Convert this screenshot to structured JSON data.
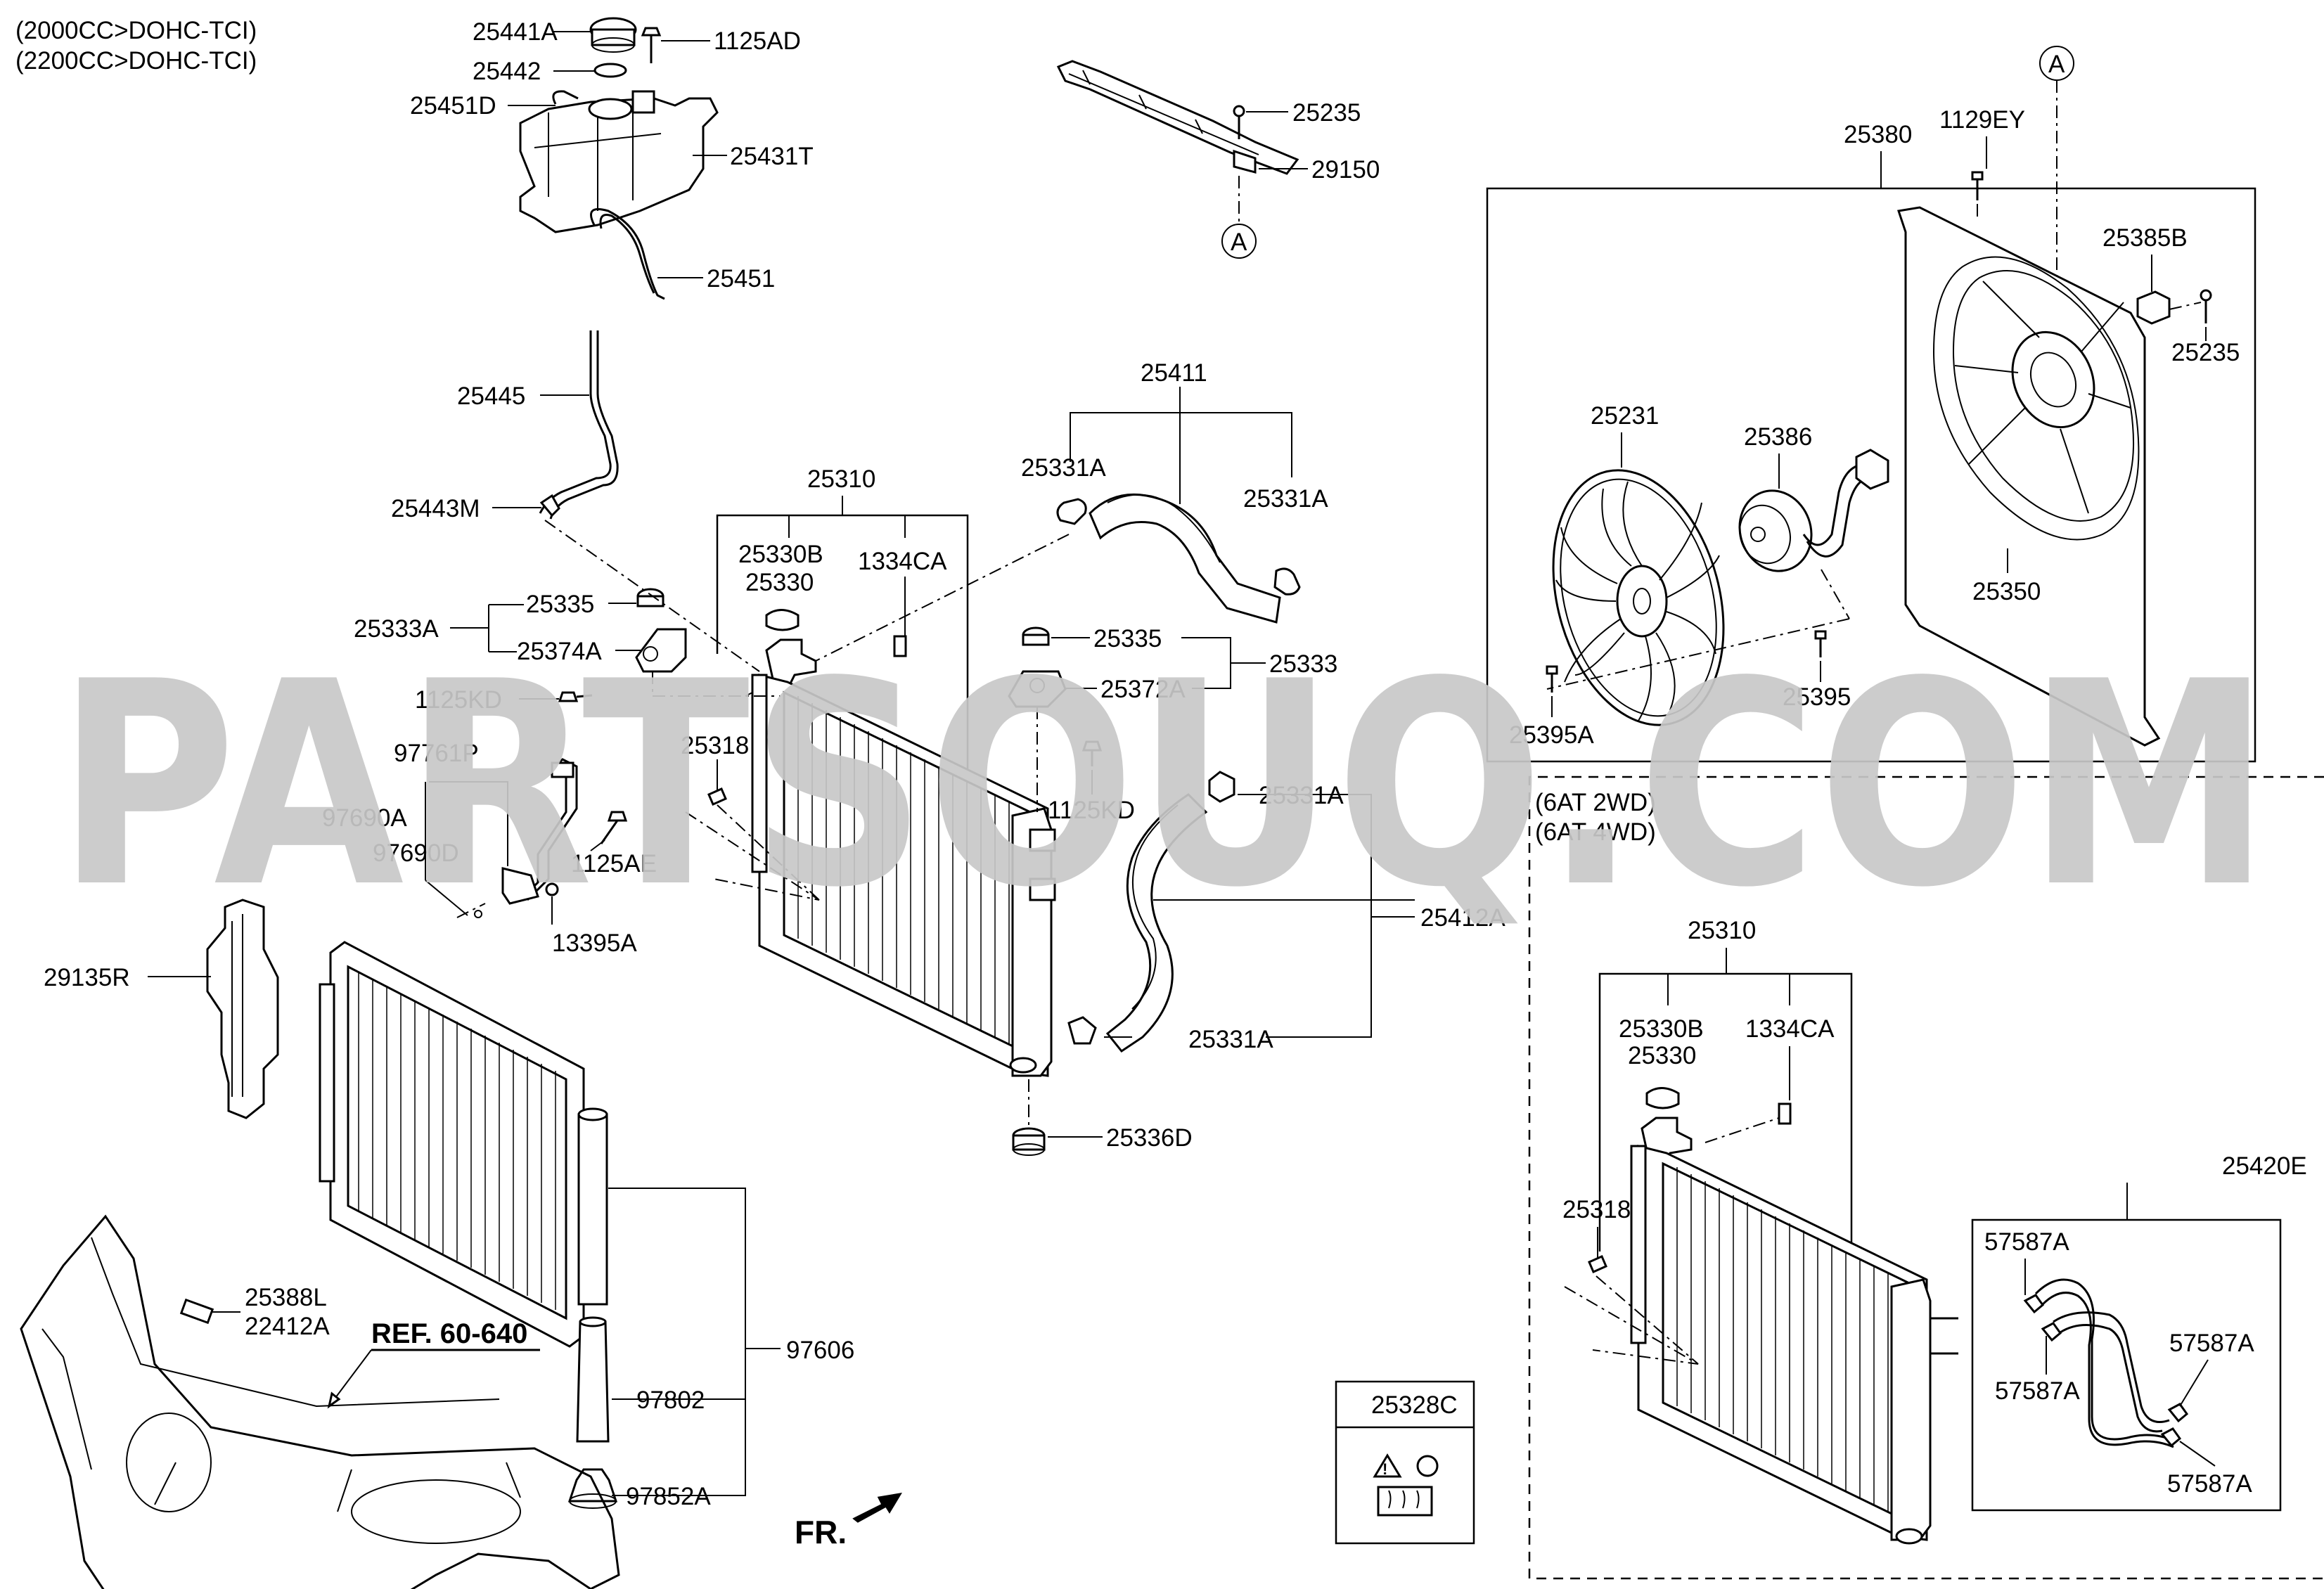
{
  "header": {
    "engine_line_1": "(2000CC>DOHC-TCI)",
    "engine_line_2": "(2200CC>DOHC-TCI)"
  },
  "watermark": "PARTSOUQ.COM",
  "labels": {
    "p25441A": "25441A",
    "p25442": "25442",
    "p25451D": "25451D",
    "p1125AD": "1125AD",
    "p25431T": "25431T",
    "p25451": "25451",
    "p25445": "25445",
    "p25443M": "25443M",
    "p25235_top": "25235",
    "p29150": "29150",
    "callout_a_top": "A",
    "p25411": "25411",
    "p25331A_1": "25331A",
    "p25331A_2": "25331A",
    "p25310": "25310",
    "p25330B": "25330B",
    "p25330": "25330",
    "p1334CA": "1334CA",
    "p25333A": "25333A",
    "p25335_left": "25335",
    "p25374A": "25374A",
    "p1125KD_left": "1125KD",
    "p25318": "25318",
    "p25335_mid": "25335",
    "p25333": "25333",
    "p25372A": "25372A",
    "p1125KD_mid": "1125KD",
    "p25331A_3": "25331A",
    "p25412A": "25412A",
    "p25331A_4": "25331A",
    "p25336D": "25336D",
    "p97761P": "97761P",
    "p97690A": "97690A",
    "p97690D": "97690D",
    "p1125AE": "1125AE",
    "p13395A": "13395A",
    "p29135R": "29135R",
    "p25388L": "25388L",
    "p22412A": "22412A",
    "ref": "REF. 60-640",
    "p97606": "97606",
    "p97802": "97802",
    "p97852A": "97852A",
    "fr": "FR.",
    "callout_a_right": "A",
    "p25380": "25380",
    "p1129EY": "1129EY",
    "p25385B": "25385B",
    "p25235_right": "25235",
    "p25231": "25231",
    "p25386": "25386",
    "p25350": "25350",
    "p25395": "25395",
    "p25395A": "25395A",
    "variant_line_1": "(6AT 2WD)",
    "variant_line_2": "(6AT 4WD)",
    "v_25310": "25310",
    "v_25330B": "25330B",
    "v_25330": "25330",
    "v_1334CA": "1334CA",
    "v_25318": "25318",
    "v_25420E": "25420E",
    "v_57587A_1": "57587A",
    "v_57587A_2": "57587A",
    "v_57587A_3": "57587A",
    "v_57587A_4": "57587A",
    "p25328C": "25328C"
  }
}
